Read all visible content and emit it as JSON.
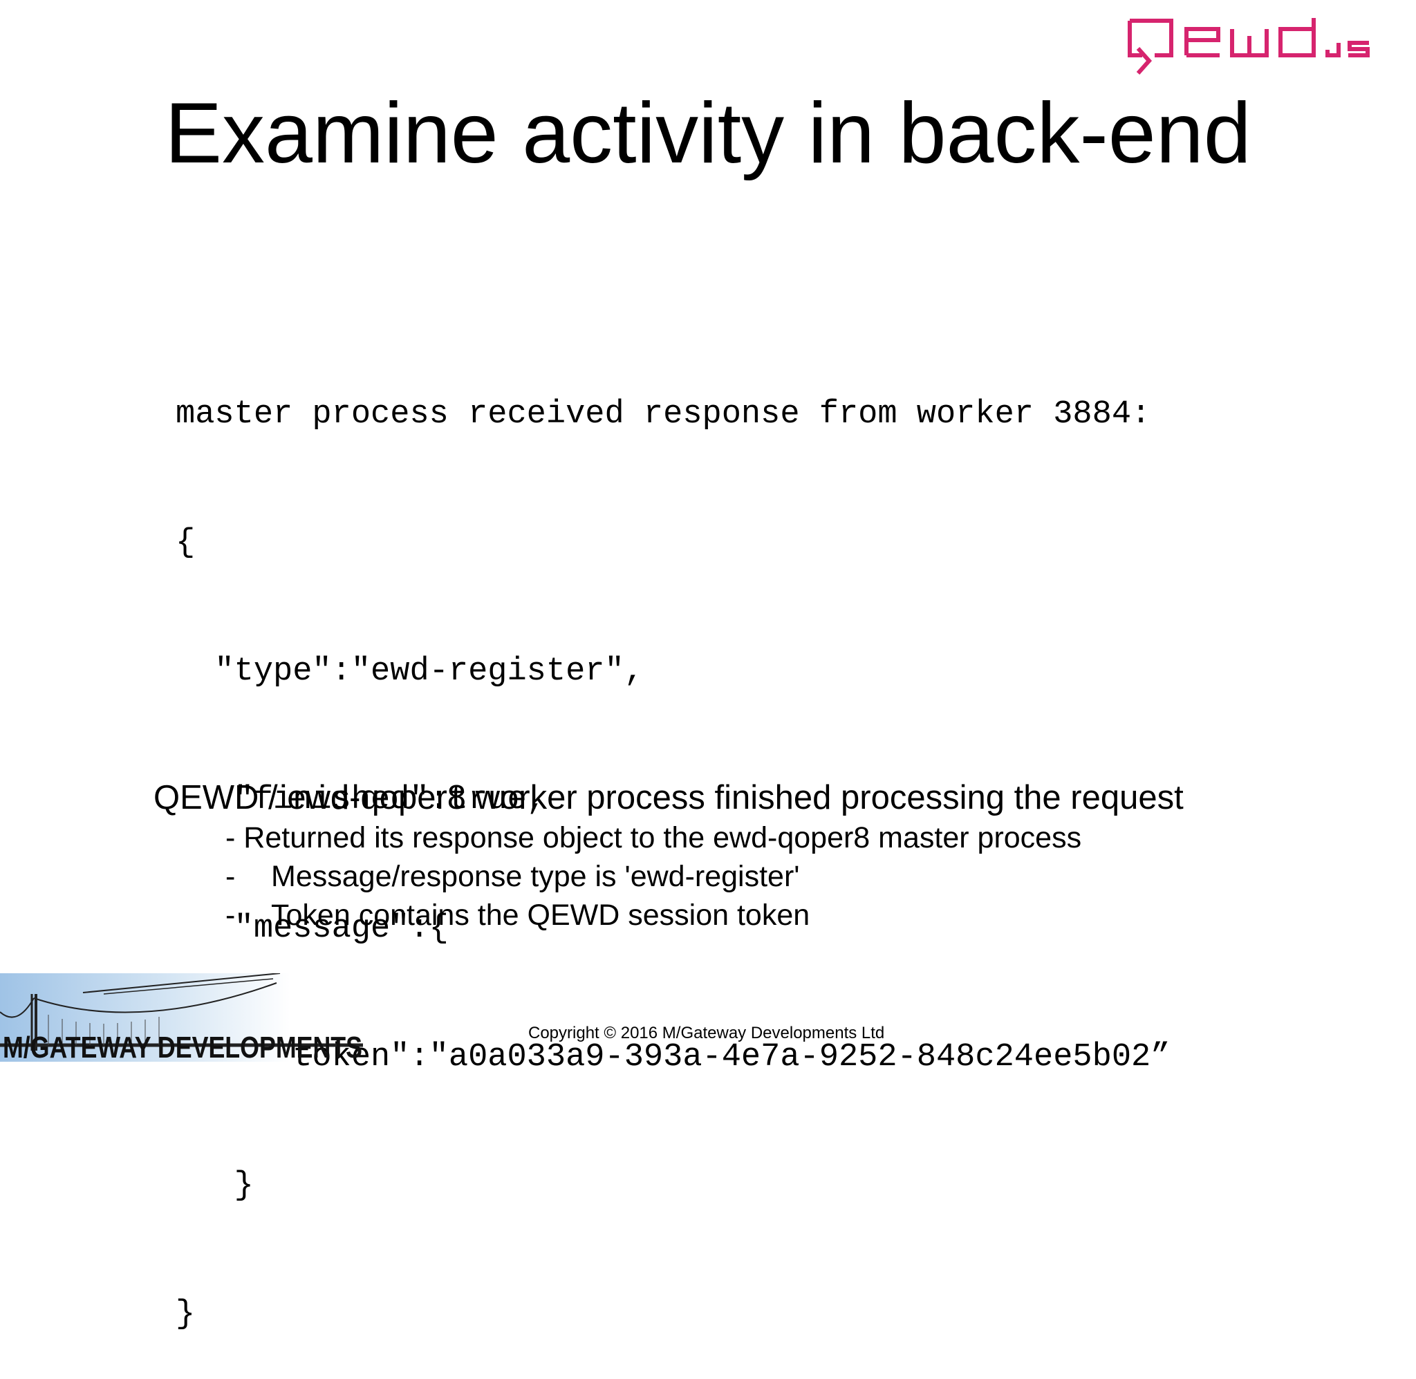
{
  "header": {
    "brand_logo_text": "QEWD.js",
    "brand_color": "#d6246e"
  },
  "slide": {
    "title": "Examine activity in back-end"
  },
  "code": {
    "lines": [
      "master process received response from worker 3884:",
      "{",
      "  \"type\":\"ewd-register\",",
      "   \"finished\":true,",
      "   \"message\":{",
      "     \"token\":\"a0a033a9-393a-4e7a-9252-848c24ee5b02”",
      "   }",
      "}"
    ]
  },
  "summary": {
    "heading": "QEWD / ewd-qoper8 worker process finished processing the request",
    "bullets": [
      {
        "marker": "-",
        "text": "Returned its response object to the ewd-qoper8 master process"
      },
      {
        "marker": "-",
        "text": "Message/response type is 'ewd-register'"
      },
      {
        "marker": "-",
        "text": "Token contains the QEWD session token"
      }
    ]
  },
  "footer": {
    "company_logo_text": "M/GATEWAY DEVELOPMENTS",
    "copyright": "Copyright © 2016 M/Gateway Developments Ltd"
  }
}
